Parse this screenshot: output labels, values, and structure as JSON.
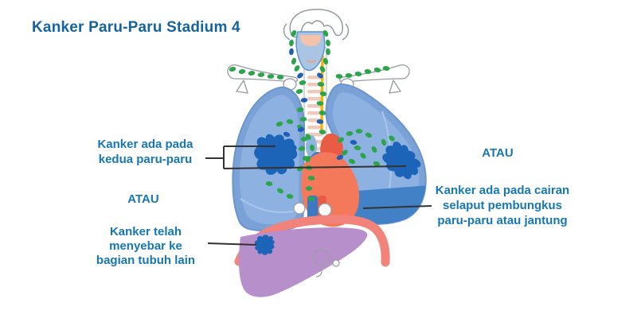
{
  "title": "Kanker Paru-Paru Stadium 4",
  "labels": {
    "both_lungs": {
      "lines": [
        "Kanker ada pada",
        "kedua paru-paru"
      ]
    },
    "atau_left": "ATAU",
    "spread": {
      "lines": [
        "Kanker telah",
        "menyebar ke",
        "bagian tubuh lain"
      ]
    },
    "atau_right": "ATAU",
    "effusion": {
      "lines": [
        "Kanker ada pada cairan",
        "selaput pembungkus",
        "paru-paru atau jantung"
      ]
    }
  },
  "illustration": {
    "parts": [
      "skull",
      "cervical-spine",
      "clavicles",
      "trachea",
      "lymph-nodes",
      "left-lung",
      "right-lung",
      "lung-tumors",
      "heart",
      "aorta",
      "thoracic-duct",
      "diaphragm",
      "liver",
      "liver-tumor",
      "pleural-effusion"
    ]
  },
  "colors": {
    "title_text": "#15639E",
    "label_text": "#1777B3",
    "connector": "#333333",
    "lung": "#7BA2D7",
    "lung_light": "#8DB2E1",
    "lung_edge": "#6A95D0",
    "fissure": "#A9C6EC",
    "effusion": "#4281C6",
    "tumor": "#1B64B8",
    "lymph_green": "#2BA44B",
    "lymph_blue": "#1E5FB5",
    "heart": "#F4795B",
    "artery_red": "#E95C43",
    "vein_blue": "#3B7AC2",
    "liver": "#B78FCB",
    "diaphragm": "#F2837A",
    "duct_yellow": "#F3B50A",
    "ring_pink": "#F0C9BD",
    "bone_outline": "#949A9E",
    "neck_blue": "#AAC5E4",
    "neck_peach": "#F2C3A9"
  }
}
